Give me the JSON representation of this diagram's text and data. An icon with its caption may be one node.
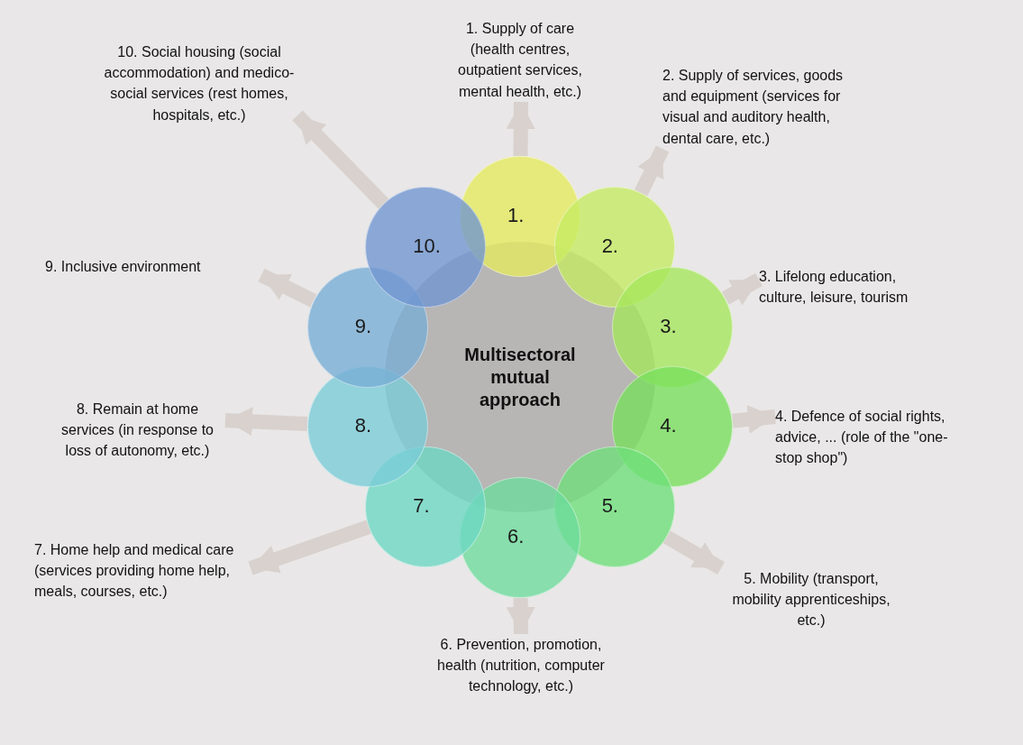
{
  "diagram": {
    "nodes": [
      {
        "text": [
          "Multisectoral mutual approach"
        ]
      },
      {
        "text": [
          "1."
        ]
      },
      {
        "text": [
          "2."
        ]
      },
      {
        "text": [
          "3."
        ]
      },
      {
        "text": [
          "4."
        ]
      },
      {
        "text": [
          "5."
        ]
      },
      {
        "text": [
          "6."
        ]
      },
      {
        "text": [
          "7."
        ]
      },
      {
        "text": [
          "8."
        ]
      },
      {
        "text": [
          "9."
        ]
      },
      {
        "text": [
          "10."
        ]
      },
      {
        "text": [
          "1. Supply of care (health centres, outpatient services, mental health, etc.)"
        ]
      },
      {
        "text": [
          "2. Supply of services, goods and equipment (services for visual and auditory health, dental care, etc.)"
        ]
      },
      {
        "text": [
          "3. Lifelong education, culture, leisure, tourism"
        ]
      },
      {
        "text": [
          "4. Defence of social rights, advice, ... (role of the \"one-stop shop\")"
        ]
      },
      {
        "text": [
          "5. Mobility (transport, mobility apprenticeships, etc.)"
        ]
      },
      {
        "text": [
          "6. Prevention, promotion, health (nutrition, computer technology, etc.)"
        ]
      },
      {
        "text": [
          "7. Home help and medical care (services providing home help, meals, courses, etc.)"
        ]
      },
      {
        "text": [
          "8. Remain at home services (in response to loss of autonomy, etc.)"
        ]
      },
      {
        "text": [
          "9. Inclusive environment"
        ]
      },
      {
        "text": [
          "10. Social housing (social accommodation) and medico-social services (rest homes, hospitals, etc.)"
        ]
      }
    ],
    "edges": [
      {
        "from": 1,
        "to": 11,
        "arrow": "to"
      },
      {
        "from": 2,
        "to": 12,
        "arrow": "to"
      },
      {
        "from": 3,
        "to": 13,
        "arrow": "to"
      },
      {
        "from": 4,
        "to": 14,
        "arrow": "to"
      },
      {
        "from": 5,
        "to": 15,
        "arrow": "to"
      },
      {
        "from": 6,
        "to": 16,
        "arrow": "to"
      },
      {
        "from": 7,
        "to": 17,
        "arrow": "to"
      },
      {
        "from": 8,
        "to": 18,
        "arrow": "to"
      },
      {
        "from": 9,
        "to": 19,
        "arrow": "to"
      },
      {
        "from": 10,
        "to": 20,
        "arrow": "to"
      }
    ]
  }
}
